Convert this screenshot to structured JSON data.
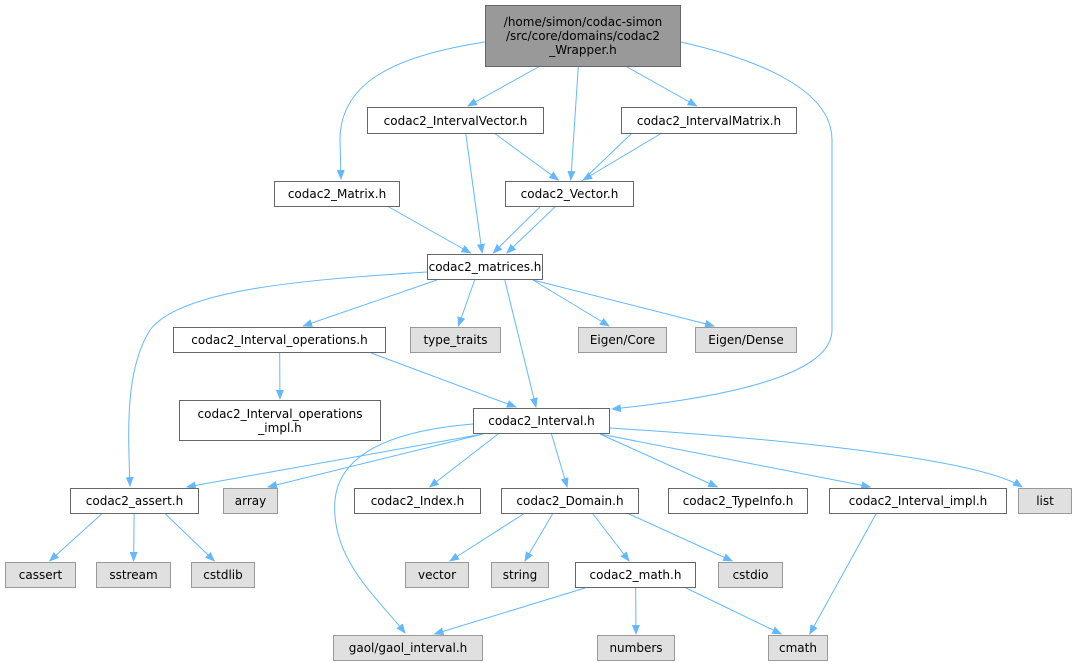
{
  "graph": {
    "nodes": {
      "root": {
        "label": "/home/simon/codac-simon\n/src/core/domains/codac2\n_Wrapper.h",
        "kind": "root"
      },
      "ivec": {
        "label": "codac2_IntervalVector.h",
        "kind": "file"
      },
      "imat": {
        "label": "codac2_IntervalMatrix.h",
        "kind": "file"
      },
      "mat": {
        "label": "codac2_Matrix.h",
        "kind": "file"
      },
      "vec": {
        "label": "codac2_Vector.h",
        "kind": "file"
      },
      "matrices": {
        "label": "codac2_matrices.h",
        "kind": "file"
      },
      "ops": {
        "label": "codac2_Interval_operations.h",
        "kind": "file"
      },
      "type_traits": {
        "label": "type_traits",
        "kind": "ext"
      },
      "eigencore": {
        "label": "Eigen/Core",
        "kind": "ext"
      },
      "eigendense": {
        "label": "Eigen/Dense",
        "kind": "ext"
      },
      "opsimpl": {
        "label": "codac2_Interval_operations\n_impl.h",
        "kind": "file"
      },
      "interval": {
        "label": "codac2_Interval.h",
        "kind": "file"
      },
      "assert": {
        "label": "codac2_assert.h",
        "kind": "file"
      },
      "array": {
        "label": "array",
        "kind": "ext"
      },
      "index": {
        "label": "codac2_Index.h",
        "kind": "file"
      },
      "domain": {
        "label": "codac2_Domain.h",
        "kind": "file"
      },
      "typeinfo": {
        "label": "codac2_TypeInfo.h",
        "kind": "file"
      },
      "ivimpl": {
        "label": "codac2_Interval_impl.h",
        "kind": "file"
      },
      "list": {
        "label": "list",
        "kind": "ext"
      },
      "cassert": {
        "label": "cassert",
        "kind": "ext"
      },
      "sstream": {
        "label": "sstream",
        "kind": "ext"
      },
      "cstdlib": {
        "label": "cstdlib",
        "kind": "ext"
      },
      "vector": {
        "label": "vector",
        "kind": "ext"
      },
      "string": {
        "label": "string",
        "kind": "ext"
      },
      "math": {
        "label": "codac2_math.h",
        "kind": "file"
      },
      "cstdio": {
        "label": "cstdio",
        "kind": "ext"
      },
      "gaol": {
        "label": "gaol/gaol_interval.h",
        "kind": "ext"
      },
      "numbers": {
        "label": "numbers",
        "kind": "ext"
      },
      "cmath": {
        "label": "cmath",
        "kind": "ext"
      }
    },
    "edges": [
      [
        "root",
        "ivec"
      ],
      [
        "root",
        "imat"
      ],
      [
        "root",
        "mat"
      ],
      [
        "root",
        "vec"
      ],
      [
        "root",
        "interval"
      ],
      [
        "ivec",
        "vec"
      ],
      [
        "ivec",
        "matrices"
      ],
      [
        "imat",
        "vec"
      ],
      [
        "imat",
        "matrices"
      ],
      [
        "mat",
        "matrices"
      ],
      [
        "vec",
        "matrices"
      ],
      [
        "matrices",
        "assert"
      ],
      [
        "matrices",
        "ops"
      ],
      [
        "matrices",
        "type_traits"
      ],
      [
        "matrices",
        "interval"
      ],
      [
        "matrices",
        "eigencore"
      ],
      [
        "matrices",
        "eigendense"
      ],
      [
        "ops",
        "opsimpl"
      ],
      [
        "ops",
        "interval"
      ],
      [
        "interval",
        "assert"
      ],
      [
        "interval",
        "array"
      ],
      [
        "interval",
        "index"
      ],
      [
        "interval",
        "domain"
      ],
      [
        "interval",
        "typeinfo"
      ],
      [
        "interval",
        "ivimpl"
      ],
      [
        "interval",
        "list"
      ],
      [
        "interval",
        "gaol"
      ],
      [
        "assert",
        "cassert"
      ],
      [
        "assert",
        "sstream"
      ],
      [
        "assert",
        "cstdlib"
      ],
      [
        "domain",
        "vector"
      ],
      [
        "domain",
        "string"
      ],
      [
        "domain",
        "math"
      ],
      [
        "domain",
        "cstdio"
      ],
      [
        "ivimpl",
        "cmath"
      ],
      [
        "math",
        "gaol"
      ],
      [
        "math",
        "numbers"
      ],
      [
        "math",
        "cmath"
      ]
    ],
    "colors": {
      "edge": "#63b8ff",
      "root_fill": "#999999",
      "ext_fill": "#e0e0e0"
    }
  }
}
